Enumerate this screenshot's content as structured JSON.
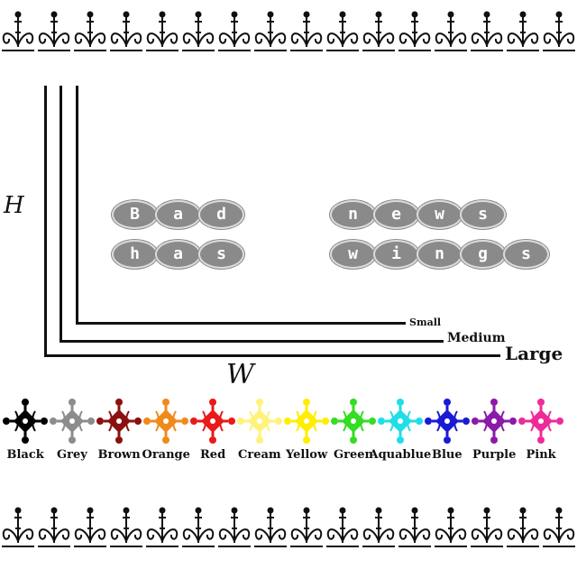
{
  "axes": {
    "vertical": "H",
    "horizontal": "W"
  },
  "sizes": {
    "small": "Small",
    "medium": "Medium",
    "large": "Large"
  },
  "text_lines": [
    [
      "B",
      "a",
      "d",
      " ",
      "n",
      "e",
      "w",
      "s"
    ],
    [
      "h",
      "a",
      "s",
      " ",
      "w",
      "i",
      "n",
      "g",
      "s"
    ]
  ],
  "colors": [
    {
      "name": "Black",
      "hex": "#000000"
    },
    {
      "name": "Grey",
      "hex": "#8c8c8c"
    },
    {
      "name": "Brown",
      "hex": "#8b1010"
    },
    {
      "name": "Orange",
      "hex": "#f08a1a"
    },
    {
      "name": "Red",
      "hex": "#e81a1a"
    },
    {
      "name": "Cream",
      "hex": "#fff27a"
    },
    {
      "name": "Yellow",
      "hex": "#ffee00"
    },
    {
      "name": "Green",
      "hex": "#33dd22"
    },
    {
      "name": "Aquablue",
      "hex": "#22dde8"
    },
    {
      "name": "Blue",
      "hex": "#1a1ad6"
    },
    {
      "name": "Purple",
      "hex": "#8a1aa8"
    },
    {
      "name": "Pink",
      "hex": "#ee2b9a"
    }
  ],
  "border_color": "#111111"
}
